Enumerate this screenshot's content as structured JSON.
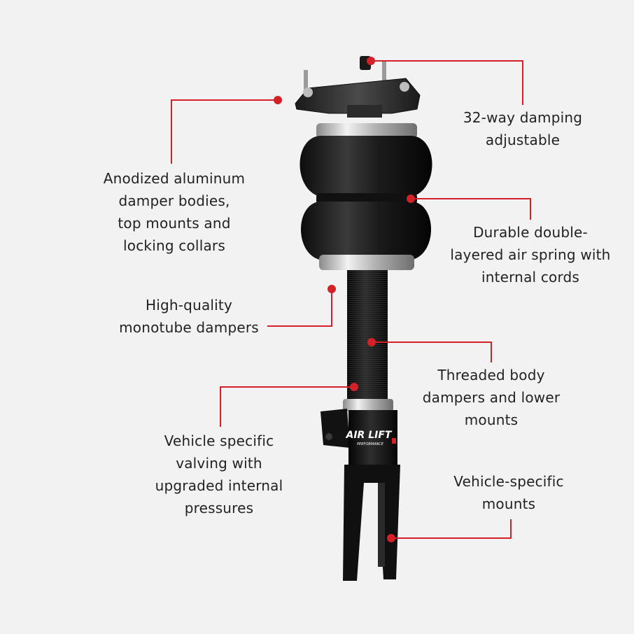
{
  "colors": {
    "background": "#f2f2f2",
    "callout": "#d42027",
    "text": "#222222",
    "strut_black": "#161616",
    "chrome": "#c9c9c9"
  },
  "product": {
    "brand_mark": "AIR LIFT",
    "brand_sub": "PERFORMANCE"
  },
  "callouts": [
    {
      "id": "damping",
      "lines": [
        "32-way damping",
        "adjustable"
      ]
    },
    {
      "id": "aluminum",
      "lines": [
        "Anodized aluminum",
        "damper bodies,",
        "top mounts and",
        "locking collars"
      ]
    },
    {
      "id": "air-spring",
      "lines": [
        "Durable double-",
        "layered air spring with",
        "internal cords"
      ]
    },
    {
      "id": "monotube",
      "lines": [
        "High-quality",
        "monotube dampers"
      ]
    },
    {
      "id": "threaded",
      "lines": [
        "Threaded body",
        "dampers and lower",
        "mounts"
      ]
    },
    {
      "id": "valving",
      "lines": [
        "Vehicle specific",
        "valving with",
        "upgraded internal",
        "pressures"
      ]
    },
    {
      "id": "mounts",
      "lines": [
        "Vehicle-specific",
        "mounts"
      ]
    }
  ]
}
